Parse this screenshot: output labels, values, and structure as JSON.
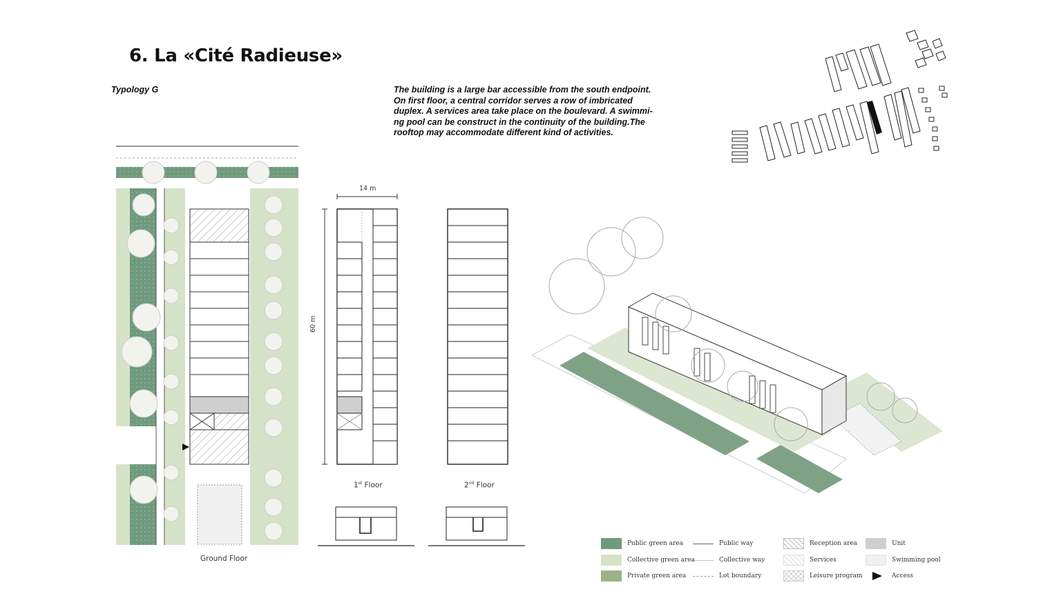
{
  "header": {
    "title": "6.  La «Cité Radieuse»",
    "typology": "Typology G",
    "description": "The building is a large bar accessible from the south endpoint.\nOn first floor, a central corridor serves a row of imbricated\nduplex. A services area take place on the boulevard. A swimmi-\nng pool can be construct in the continuity of the building.The\nrooftop may accommodate different kind of activities."
  },
  "plans": {
    "ground_floor_label": "Ground Floor",
    "first_floor_label_base": "1",
    "first_floor_label_sup": "st",
    "first_floor_label_rest": " Floor",
    "second_floor_label_base": "2",
    "second_floor_label_sup": "nd",
    "second_floor_label_rest": " Floor",
    "width_dimension": "14 m",
    "height_dimension": "60 m"
  },
  "colors": {
    "public_green": "#6f9a7d",
    "collective_green": "#d6e2c8",
    "private_green": "#9cb287",
    "unit_grey": "#cfcfcf",
    "pool": "#f0f0f0"
  },
  "legend": [
    {
      "label": "Public green area",
      "swatch": "public-green"
    },
    {
      "label": "Collective green area",
      "swatch": "collective-green"
    },
    {
      "label": "Private green area",
      "swatch": "private-green"
    },
    {
      "label": "Public way",
      "swatch": "solid-line"
    },
    {
      "label": "Collective way",
      "swatch": "dotted-line"
    },
    {
      "label": "Lot boundary",
      "swatch": "dashed-line"
    },
    {
      "label": "Reception area",
      "swatch": "hatch"
    },
    {
      "label": "Services",
      "swatch": "hatch-light"
    },
    {
      "label": "Leisure program",
      "swatch": "cross-hatch"
    },
    {
      "label": "Unit",
      "swatch": "grey"
    },
    {
      "label": "Swimming pool",
      "swatch": "pool"
    },
    {
      "label": "Access",
      "swatch": "arrow"
    }
  ]
}
